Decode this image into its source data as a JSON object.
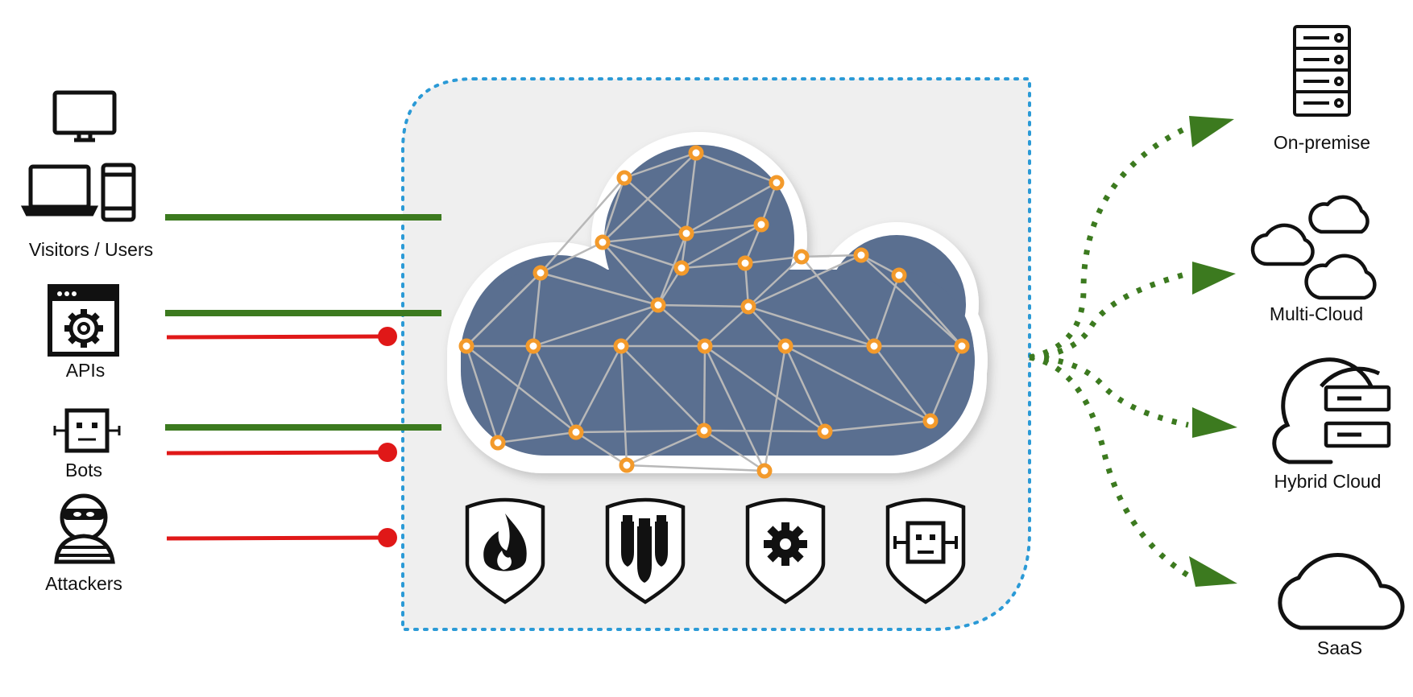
{
  "sources": {
    "visitors": "Visitors / Users",
    "apis": "APIs",
    "bots": "Bots",
    "attackers": "Attackers"
  },
  "destinations": {
    "on_premise": "On-premise",
    "multi_cloud": "Multi-Cloud",
    "hybrid_cloud": "Hybrid Cloud",
    "saas": "SaaS"
  },
  "shields": [
    "fire-shield-icon",
    "bombs-shield-icon",
    "gear-shield-icon",
    "bot-shield-icon"
  ],
  "colors": {
    "allowed_arrow": "#3c7a1f",
    "blocked_line": "#e01818",
    "cloud_fill": "#5a6f90",
    "mesh_node": "#f39a2b",
    "mesh_line": "#b8b8b8",
    "platform_bg": "#efefef",
    "platform_border": "#2b9ad6"
  }
}
